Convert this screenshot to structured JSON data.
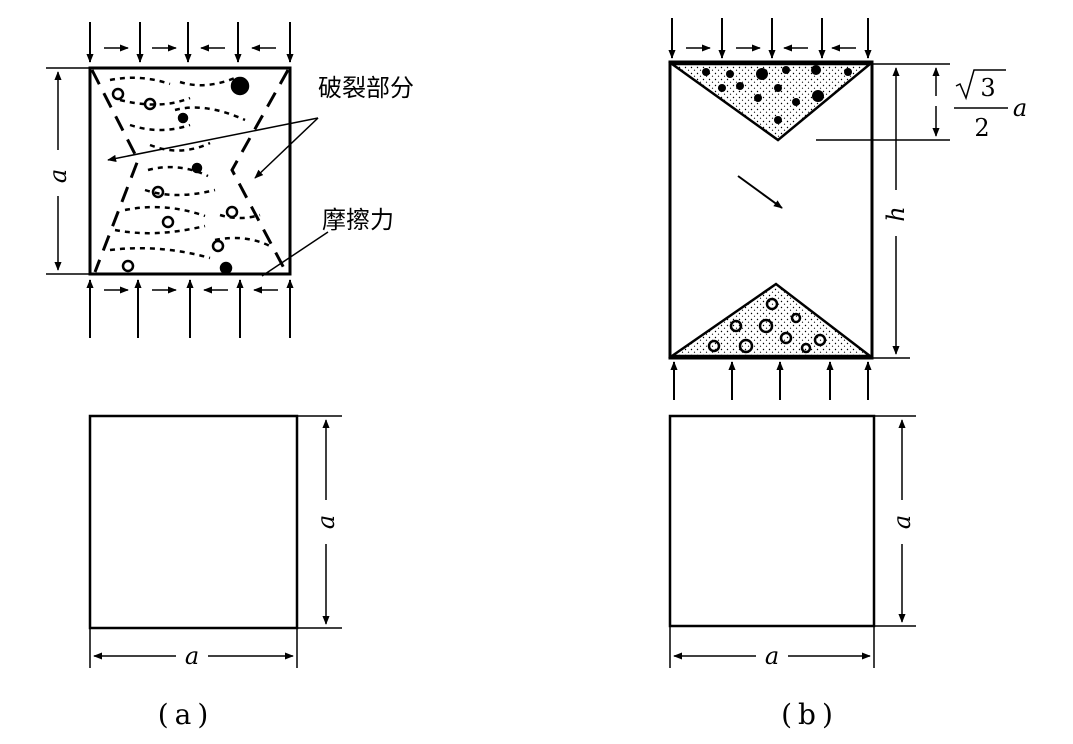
{
  "figure": {
    "panel_a": {
      "caption": "(a)",
      "label_crack": "破裂部分",
      "label_friction": "摩擦力",
      "dim_height": "a",
      "dim_side_vertical": "a",
      "dim_side_horizontal": "a"
    },
    "panel_b": {
      "caption": "(b)",
      "dim_cone_sqrt": "3",
      "dim_cone_den": "2",
      "dim_cone_var": "a",
      "dim_height": "h",
      "dim_side_vertical": "a",
      "dim_side_horizontal": "a"
    }
  }
}
